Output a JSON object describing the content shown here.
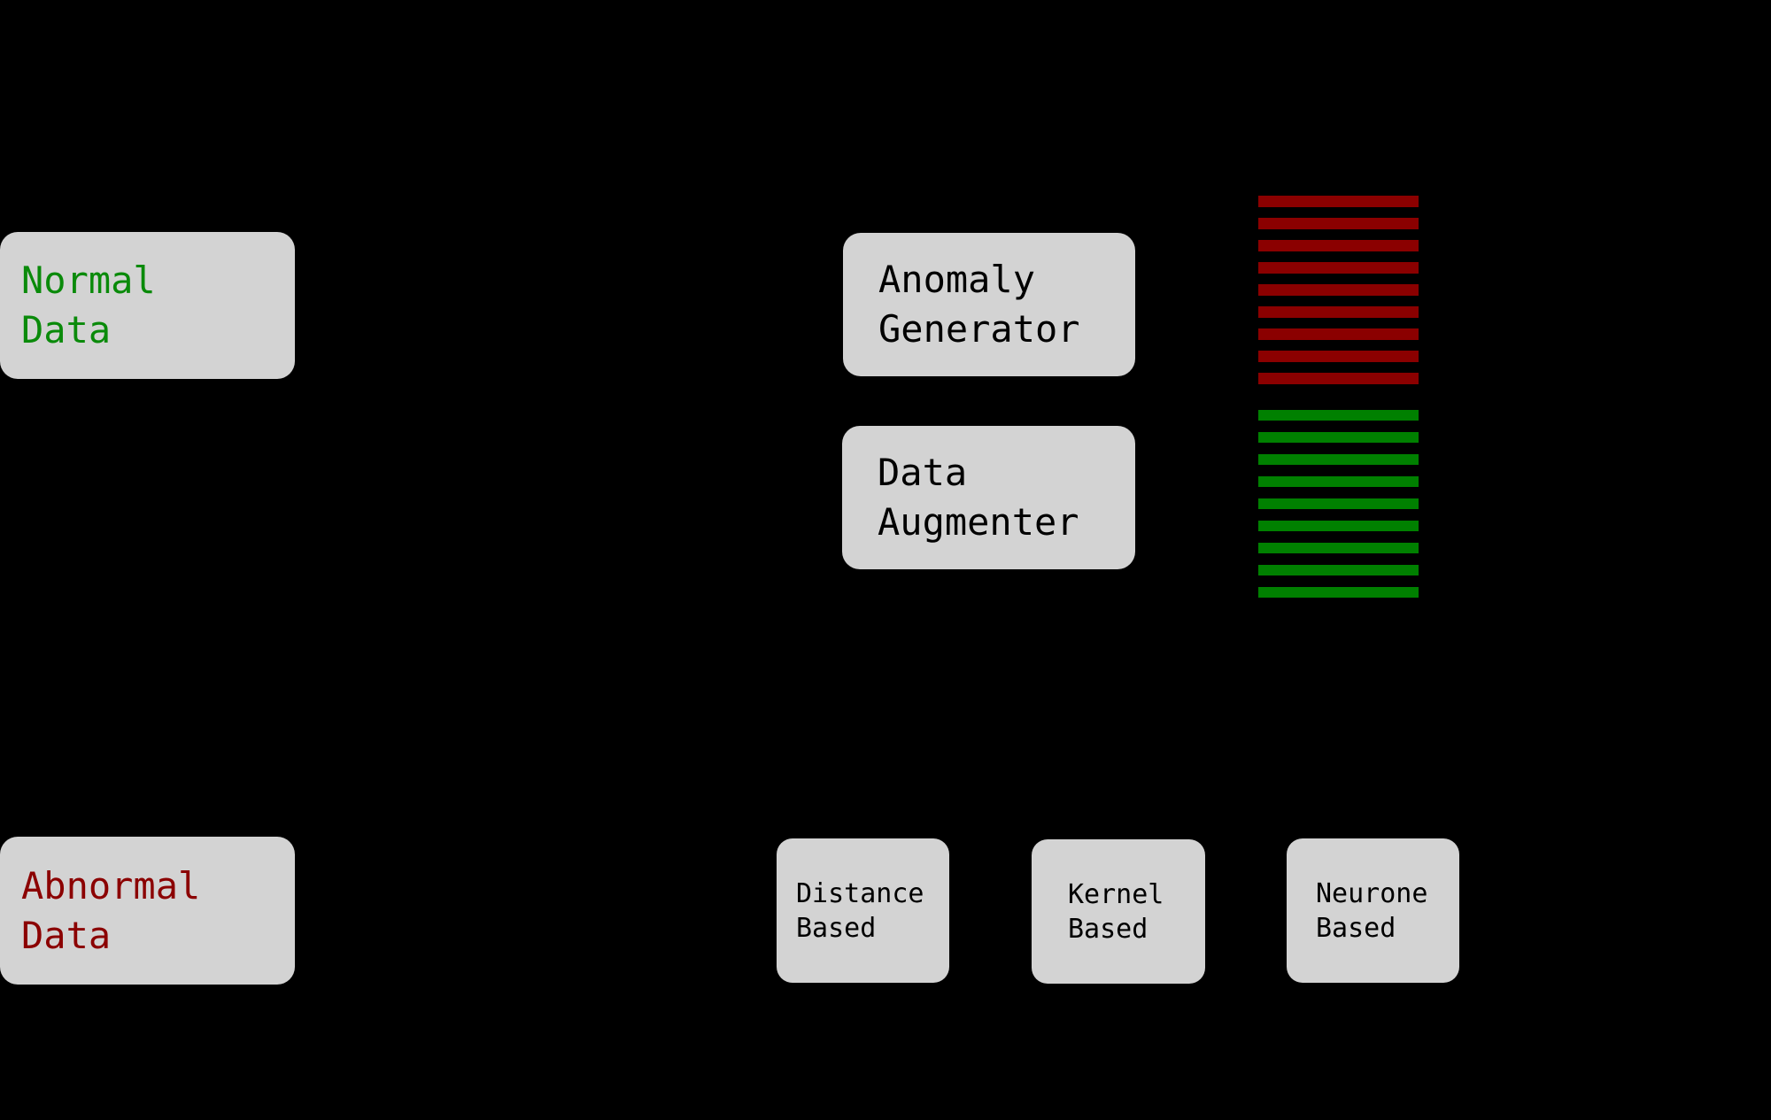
{
  "diagram": {
    "type": "flow-diagram",
    "background_color": "#000000",
    "node_fill_color": "#d3d3d3",
    "colors": {
      "normal_green": "#0a8a0a",
      "abnormal_red": "#8b0000",
      "stripe_green": "#008000",
      "stripe_red": "#8b0000",
      "box_text_black": "#000000"
    },
    "nodes": {
      "normal_data": {
        "lines": [
          "Normal",
          "Data"
        ],
        "text_color": "#0a8a0a"
      },
      "abnormal_data": {
        "lines": [
          "Abnormal",
          "Data"
        ],
        "text_color": "#8b0000"
      },
      "anomaly_generator": {
        "lines": [
          "Anomaly",
          "Generator"
        ],
        "text_color": "#000000"
      },
      "data_augmenter": {
        "lines": [
          "Data",
          "Augmenter"
        ],
        "text_color": "#000000"
      },
      "distance_based": {
        "lines": [
          "Distance",
          "Based"
        ],
        "text_color": "#000000"
      },
      "kernel_based": {
        "lines": [
          "Kernel",
          "Based"
        ],
        "text_color": "#000000"
      },
      "neurone_based": {
        "lines": [
          "Neurone",
          "Based"
        ],
        "text_color": "#000000"
      }
    },
    "stacks": [
      {
        "name": "generated-anomaly-stripe",
        "semantic": "stack of generated anomalous data rows",
        "color": "#8b0000",
        "count": 9,
        "stripe_height": 13,
        "gap": 12
      },
      {
        "name": "augmented-normal-stripe",
        "semantic": "stack of augmented normal data rows",
        "color": "#008000",
        "count": 9,
        "stripe_height": 12,
        "gap": 13
      }
    ]
  }
}
